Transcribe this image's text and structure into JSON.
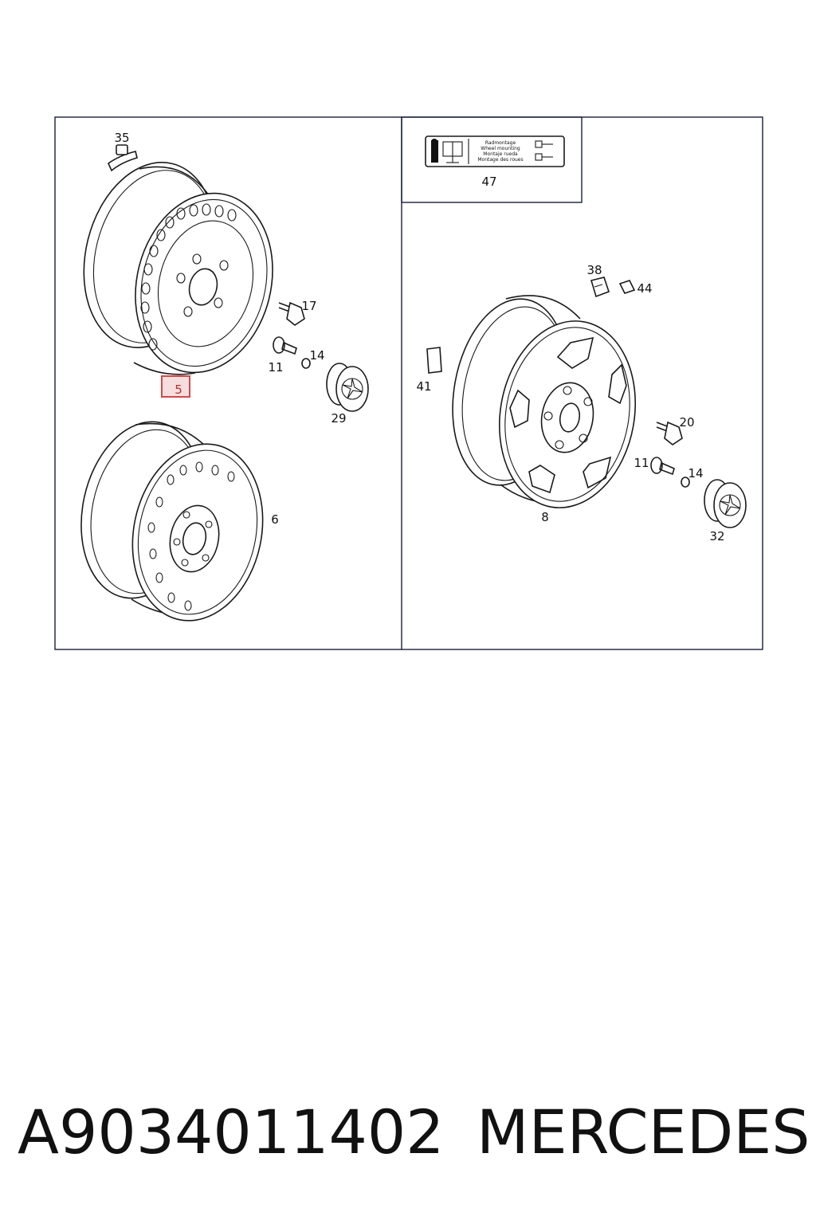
{
  "diagram": {
    "callouts": {
      "c35": "35",
      "c5": "5",
      "c17": "17",
      "c11a": "11",
      "c14a": "14",
      "c29": "29",
      "c6": "6",
      "c47": "47",
      "c38": "38",
      "c44": "44",
      "c41": "41",
      "c20": "20",
      "c11b": "11",
      "c14b": "14",
      "c8": "8",
      "c32": "32"
    },
    "highlighted_callout": "5",
    "info_label": {
      "lines": [
        "Radmontage",
        "Wheel mounting",
        "Montaje rueda",
        "Montage des roues"
      ],
      "icon": "info-book-icon"
    }
  },
  "footer": {
    "part_number": "A9034011402",
    "brand": "MERCEDES"
  },
  "colors": {
    "frame": "#1a1f3a",
    "highlight_stroke": "#d24a4a",
    "highlight_fill": "#f6dede"
  }
}
